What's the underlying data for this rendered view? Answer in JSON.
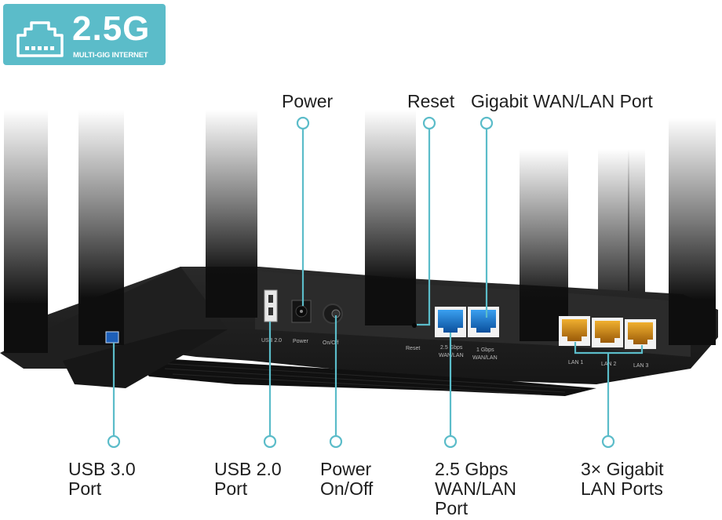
{
  "badge": {
    "icon": "ethernet-port-icon",
    "title": "2.5G",
    "subtitle": "MULTI-GIG INTERNET",
    "color": "#5bbcc9"
  },
  "callouts_top": [
    {
      "id": "power",
      "label": "Power"
    },
    {
      "id": "reset",
      "label": "Reset"
    },
    {
      "id": "gigabit-wan-lan",
      "label": "Gigabit WAN/LAN Port"
    }
  ],
  "callouts_bottom": [
    {
      "id": "usb3",
      "lines": [
        "USB 3.0",
        "Port"
      ]
    },
    {
      "id": "usb2",
      "lines": [
        "USB 2.0",
        "Port"
      ]
    },
    {
      "id": "power-onoff",
      "lines": [
        "Power",
        "On/Off"
      ]
    },
    {
      "id": "wan-2-5",
      "lines": [
        "2.5 Gbps",
        "WAN/LAN",
        "Port"
      ]
    },
    {
      "id": "lan",
      "lines": [
        "3× Gigabit",
        "LAN Ports"
      ]
    }
  ],
  "port_labels": {
    "usb2": "USB 2.0",
    "power": "Power",
    "onoff": "On/Off",
    "reset": "Reset",
    "wan25_line1": "2.5 Gbps",
    "wan25_line2": "WAN/LAN",
    "wan1_line1": "1 Gbps",
    "wan1_line2": "WAN/LAN",
    "lan1": "LAN 1",
    "lan2": "LAN 2",
    "lan3": "LAN 3"
  },
  "colors": {
    "callout": "#5bbcc9",
    "wan_port": "#1f7fd0",
    "lan_port": "#e8a01c",
    "body": "#1b1b1b"
  }
}
